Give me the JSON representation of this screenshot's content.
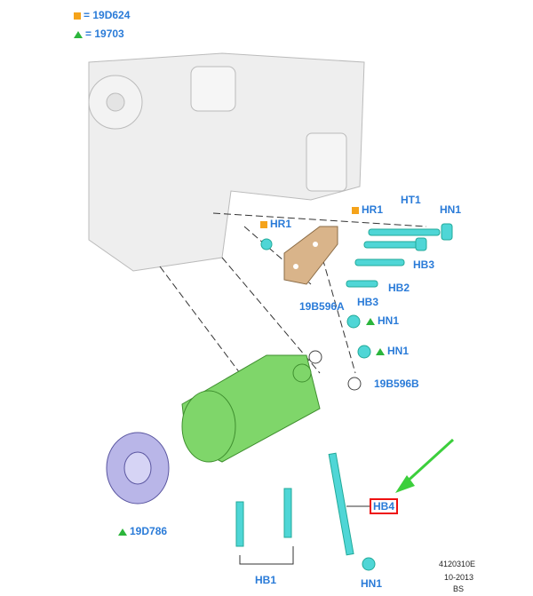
{
  "legend": [
    {
      "marker": "square",
      "color": "#f5a31a",
      "text": "= 19D624"
    },
    {
      "marker": "triangle",
      "color": "#2bb53b",
      "text": "= 19703"
    }
  ],
  "labels": {
    "hr1_left": "HR1",
    "hr1_right": "HR1",
    "ht1": "HT1",
    "hn1_top": "HN1",
    "hb3_right": "HB3",
    "hb2": "HB2",
    "hb3_left": "HB3",
    "p19b596a": "19B596A",
    "hn1_mid1": "HN1",
    "hn1_mid2": "HN1",
    "p19b596b": "19B596B",
    "p19d786": "19D786",
    "hb4": "HB4",
    "hb1": "HB1",
    "hn1_bottom": "HN1"
  },
  "footer": {
    "code": "4120310E",
    "date": "10-2013",
    "initials": "BS"
  },
  "colors": {
    "accent": "#2a7bd8",
    "compressor": "#7fd66a",
    "bolt": "#4fd6d6",
    "gasket": "#d9b48a",
    "pulley": "#b9b6e8",
    "engine": "#eeeeee",
    "arrow": "#3ccf3c"
  }
}
